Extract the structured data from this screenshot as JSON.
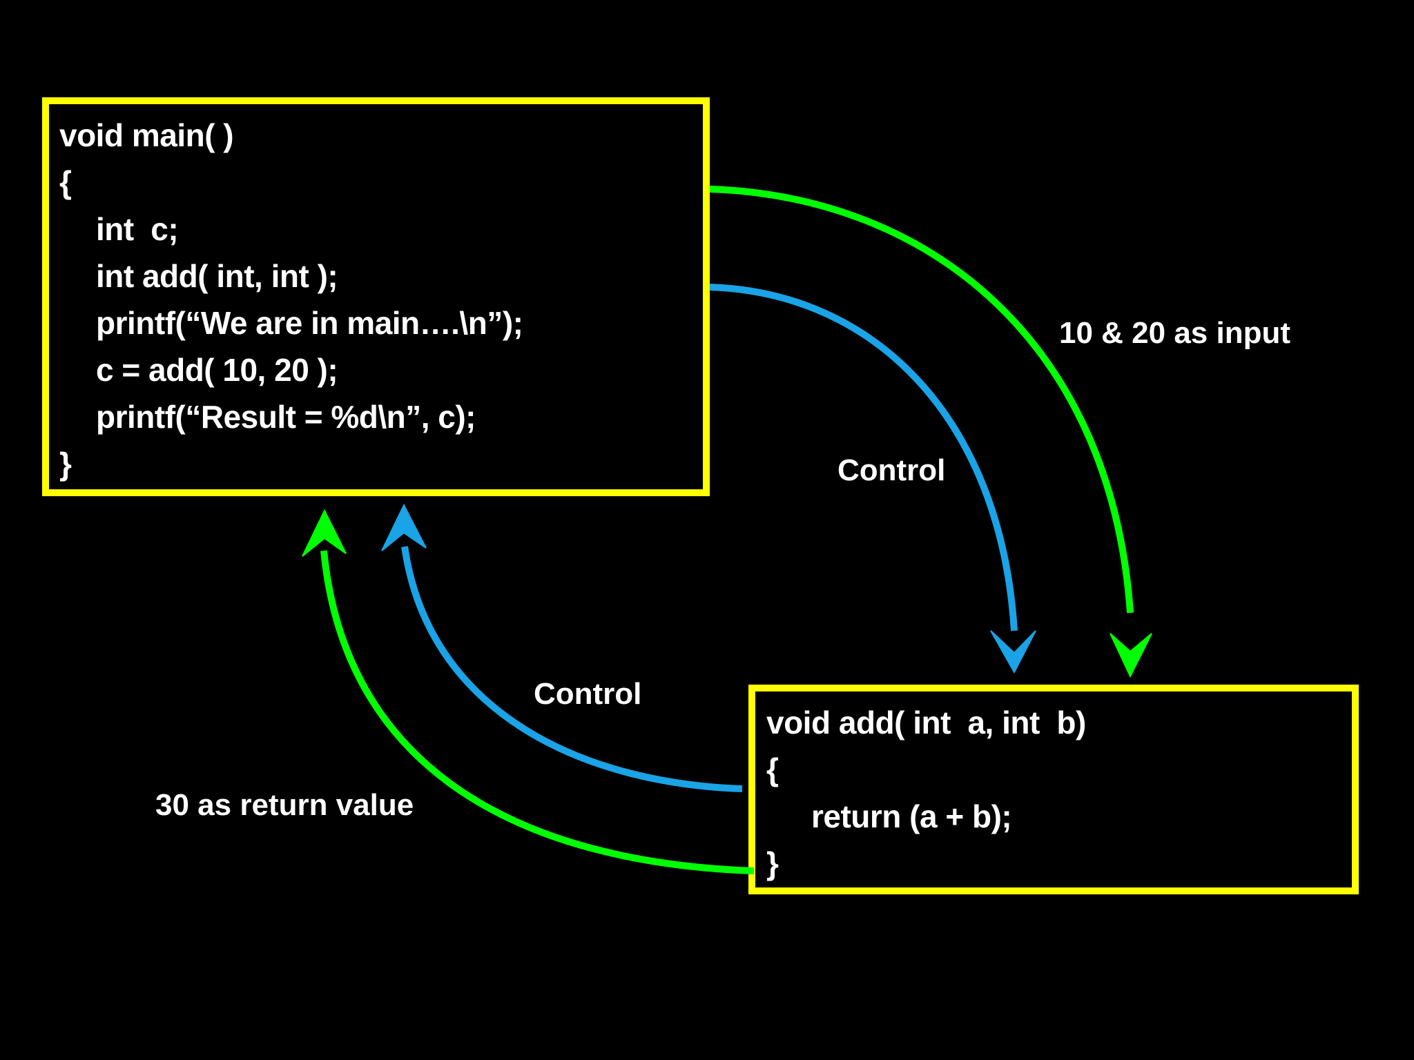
{
  "main_function": {
    "lines": [
      "void main( )",
      "{",
      "int  c;",
      "int add( int, int );",
      "printf(“We are in main….\\n”);",
      "c = add( 10, 20 );",
      "printf(“Result = %d\\n”, c);",
      "}"
    ]
  },
  "add_function": {
    "lines": [
      "void add( int  a, int  b)",
      "{",
      "return (a + b);",
      "}"
    ]
  },
  "labels": {
    "input": "10 & 20 as input",
    "control_to_add": "Control",
    "control_to_main": "Control",
    "return_value": "30 as return value"
  },
  "colors": {
    "background": "#000000",
    "box_border": "#ffff00",
    "text": "#ffffff",
    "data_arrow": "#00ff00",
    "control_arrow": "#1aa3e6"
  }
}
